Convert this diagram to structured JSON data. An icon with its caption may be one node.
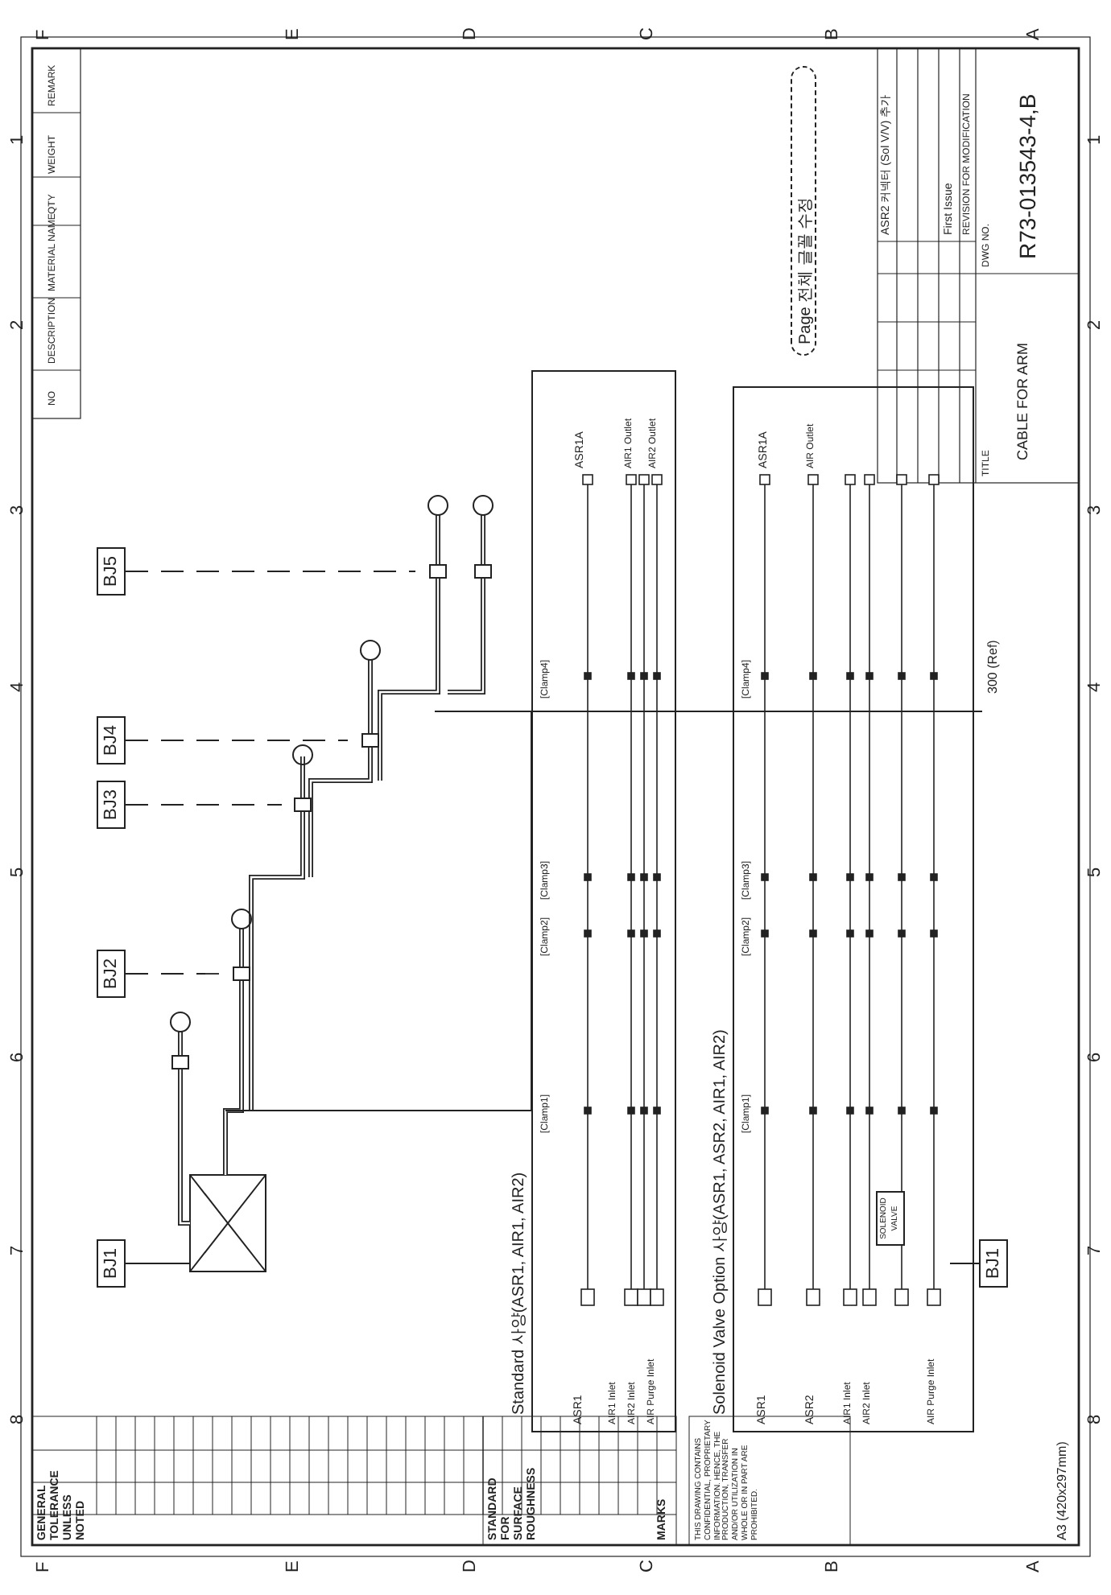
{
  "diagram": {
    "nodes": [
      {
        "text": [
          "Standard 사양(ASR1, AIR1, AIR2)"
        ]
      },
      {
        "text": [
          "Solenoid Valve Option 사양(ASR1, ASR2, AIR1, AIR2)"
        ]
      },
      {
        "text": [
          "SOLENOID VALVE"
        ],
        "in": 1
      },
      {
        "text": [
          "BJ1"
        ]
      },
      {
        "text": [
          "BJ2"
        ]
      },
      {
        "text": [
          "BJ3"
        ]
      },
      {
        "text": [
          "BJ4"
        ]
      },
      {
        "text": [
          "BJ5"
        ]
      },
      {
        "text": [
          "BJ1"
        ]
      },
      {
        "text": [
          "Page 전체 글꼴 수정"
        ]
      }
    ],
    "edges": [
      {
        "from": 3,
        "to": null,
        "arrow": "none"
      },
      {
        "from": 4,
        "to": null,
        "arrow": "none",
        "style": "dashed"
      },
      {
        "from": 5,
        "to": null,
        "arrow": "none",
        "style": "dashed"
      },
      {
        "from": 6,
        "to": null,
        "arrow": "none",
        "style": "dashed"
      },
      {
        "from": 7,
        "to": null,
        "arrow": "none",
        "style": "dashed"
      },
      {
        "from": 8,
        "to": null,
        "arrow": "none"
      }
    ],
    "labels": [
      "F",
      "E",
      "D",
      "C",
      "B",
      "A",
      "F",
      "E",
      "D",
      "C",
      "B",
      "A",
      "1",
      "2",
      "3",
      "4",
      "5",
      "6",
      "7",
      "8",
      "1",
      "2",
      "3",
      "4",
      "5",
      "6",
      "7",
      "8",
      "REMARK",
      "WEIGHT",
      "QTY",
      "MATERIAL NAME",
      "DESCRIPTION",
      "NO",
      "ASR2 커넥터 (Sol V/V) 추가",
      "First Issue",
      "REVISION FOR MODIFICATION",
      "TITLE",
      "CABLE FOR ARM",
      "DWG NO.",
      "R73-013543-4,B",
      "ASR1",
      "AIR1 Inlet",
      "AIR2 Inlet",
      "AIR Purge Inlet",
      "ASR1A",
      "AIR1 Outlet",
      "AIR2 Outlet",
      "[Clamp1]",
      "[Clamp2]",
      "[Clamp3]",
      "[Clamp4]",
      "ASR1",
      "ASR2",
      "AIR1 Inlet",
      "AIR2 Inlet",
      "AIR Purge Inlet",
      "ASR1A",
      "AIR Outlet",
      "[Clamp1]",
      "[Clamp2]",
      "[Clamp3]",
      "[Clamp4]",
      "300 (Ref)",
      "GENERAL TOLERANCE UNLESS NOTED",
      "STANDARD FOR SURFACE ROUGHNESS",
      "MARKS",
      "THIS DRAWING CONTAINS CONFIDENTIAL, PROPRIETARY INFORMATION. HENCE, THE PRODUCTION, TRANSFER AND/OR UTILIZATION IN WHOLE OR IN PART ARE PROHIBITED.",
      "A3 (420x297mm)"
    ]
  }
}
